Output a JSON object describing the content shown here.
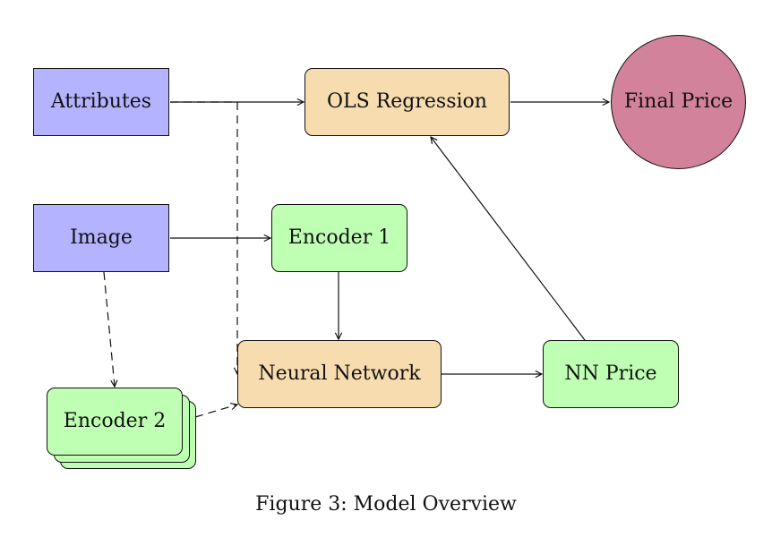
{
  "diagram": {
    "nodes": {
      "attributes": {
        "label": "Attributes",
        "kind": "input",
        "color": "#b3b3ff"
      },
      "image": {
        "label": "Image",
        "kind": "input",
        "color": "#b3b3ff"
      },
      "ols": {
        "label": "OLS Regression",
        "kind": "process",
        "color": "#f6dcae"
      },
      "final_price": {
        "label": "Final Price",
        "kind": "output",
        "color": "#d3829b"
      },
      "encoder1": {
        "label": "Encoder 1",
        "kind": "encoder",
        "color": "#bfffb3"
      },
      "encoder2": {
        "label": "Encoder 2",
        "kind": "encoder-stack",
        "color": "#bfffb3"
      },
      "neural_network": {
        "label": "Neural Network",
        "kind": "process",
        "color": "#f6dcae"
      },
      "nn_price": {
        "label": "NN Price",
        "kind": "encoder",
        "color": "#bfffb3"
      }
    },
    "edges": [
      {
        "from": "Attributes",
        "to": "OLS Regression",
        "style": "solid"
      },
      {
        "from": "OLS Regression",
        "to": "Final Price",
        "style": "solid"
      },
      {
        "from": "Image",
        "to": "Encoder 1",
        "style": "solid"
      },
      {
        "from": "Encoder 1",
        "to": "Neural Network",
        "style": "solid"
      },
      {
        "from": "Neural Network",
        "to": "NN Price",
        "style": "solid"
      },
      {
        "from": "NN Price",
        "to": "OLS Regression",
        "style": "solid"
      },
      {
        "from": "Image",
        "to": "Encoder 2",
        "style": "dashed"
      },
      {
        "from": "Encoder 2",
        "to": "Neural Network",
        "style": "dashed"
      },
      {
        "from": "Attributes",
        "to": "Neural Network",
        "style": "dashed"
      }
    ],
    "line_color": "#111111"
  },
  "caption": "Figure 3: Model Overview"
}
